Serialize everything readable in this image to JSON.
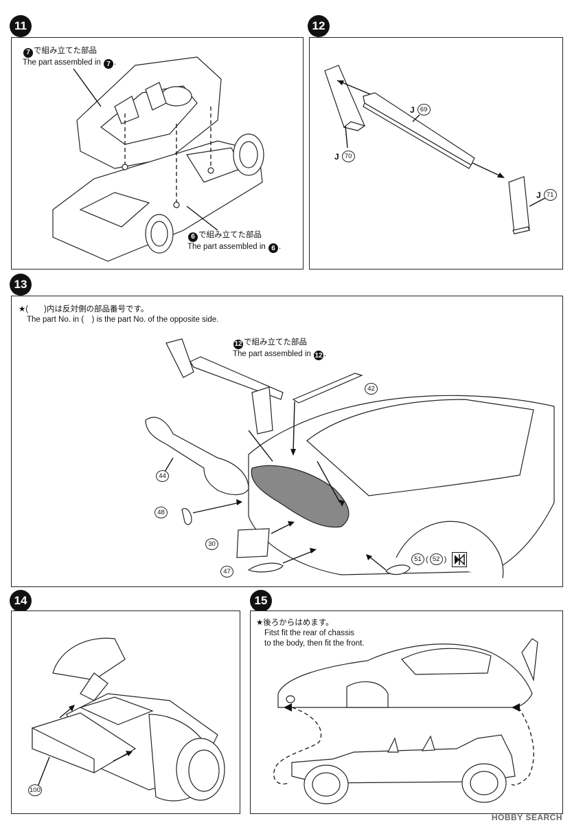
{
  "steps": [
    {
      "num": "11"
    },
    {
      "num": "12"
    },
    {
      "num": "13"
    },
    {
      "num": "14"
    },
    {
      "num": "15"
    }
  ],
  "step11": {
    "top_note_num": "7",
    "top_note_jp": "で組み立てた部品",
    "top_note_en": "The part assembled in",
    "bottom_note_num": "6",
    "bottom_note_jp": "で組み立てた部品",
    "bottom_note_en": "The part assembled in"
  },
  "step12": {
    "parts": [
      {
        "letter": "J",
        "num": "69"
      },
      {
        "letter": "J",
        "num": "70"
      },
      {
        "letter": "J",
        "num": "71"
      }
    ]
  },
  "step13": {
    "note_jp": "★(　　)内は反対側の部品番号です。",
    "note_en": "The part No. in (　) is the part No. of the opposite side.",
    "assembled_num": "12",
    "assembled_jp": "で組み立てた部品",
    "assembled_en": "The part assembled in",
    "parts": {
      "p42": "42",
      "p44": "44",
      "p48": "48",
      "p30": "30",
      "p47": "47",
      "p51": "51",
      "p52": "52"
    }
  },
  "step14": {
    "parts": {
      "p100": "100"
    }
  },
  "step15": {
    "note_jp": "★後ろからはめます。",
    "note_en_1": "Fitst fit the rear of chassis",
    "note_en_2": "to the body, then fit the front."
  },
  "watermark": "HOBBY SEARCH"
}
